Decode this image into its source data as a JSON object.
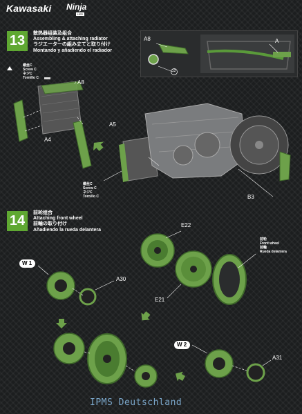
{
  "header": {
    "brand": "Kawasaki",
    "model": "Ninja",
    "model_sub": "H2R"
  },
  "step13": {
    "number": "13",
    "lines": [
      "散热器组装及组合",
      "Assembling & attaching radiator",
      "ラジエーターの組み立てと取り付け",
      "Montando y añadiendo el radiador"
    ],
    "screw_lines": [
      "螺丝C",
      "Screw C",
      "ネジC",
      "Tornillo C"
    ],
    "screw2_lines": [
      "螺丝C",
      "Screw C",
      "ネジC",
      "Tornillo C"
    ],
    "part_labels": {
      "a8_inset": "A8",
      "a_inset": "A",
      "a8": "A8",
      "a5": "A5",
      "a4": "A4",
      "b3": "B3"
    },
    "inset_circle": "12"
  },
  "step14": {
    "number": "14",
    "lines": [
      "前轮组合",
      "Attaching front wheel",
      "前輪の取り付け",
      "Añadiendo la rueda delantera"
    ],
    "wheel_lines": [
      "前轮",
      "Front wheel",
      "前輪",
      "Rueda delantera"
    ],
    "part_labels": {
      "e22": "E22",
      "e21": "E21",
      "a30": "A30",
      "a31": "A31"
    },
    "badge1": "1",
    "badge2": "2"
  },
  "colors": {
    "accent": "#5fa832",
    "part_green": "#6da14a"
  },
  "watermark": "IPMS Deutschland"
}
